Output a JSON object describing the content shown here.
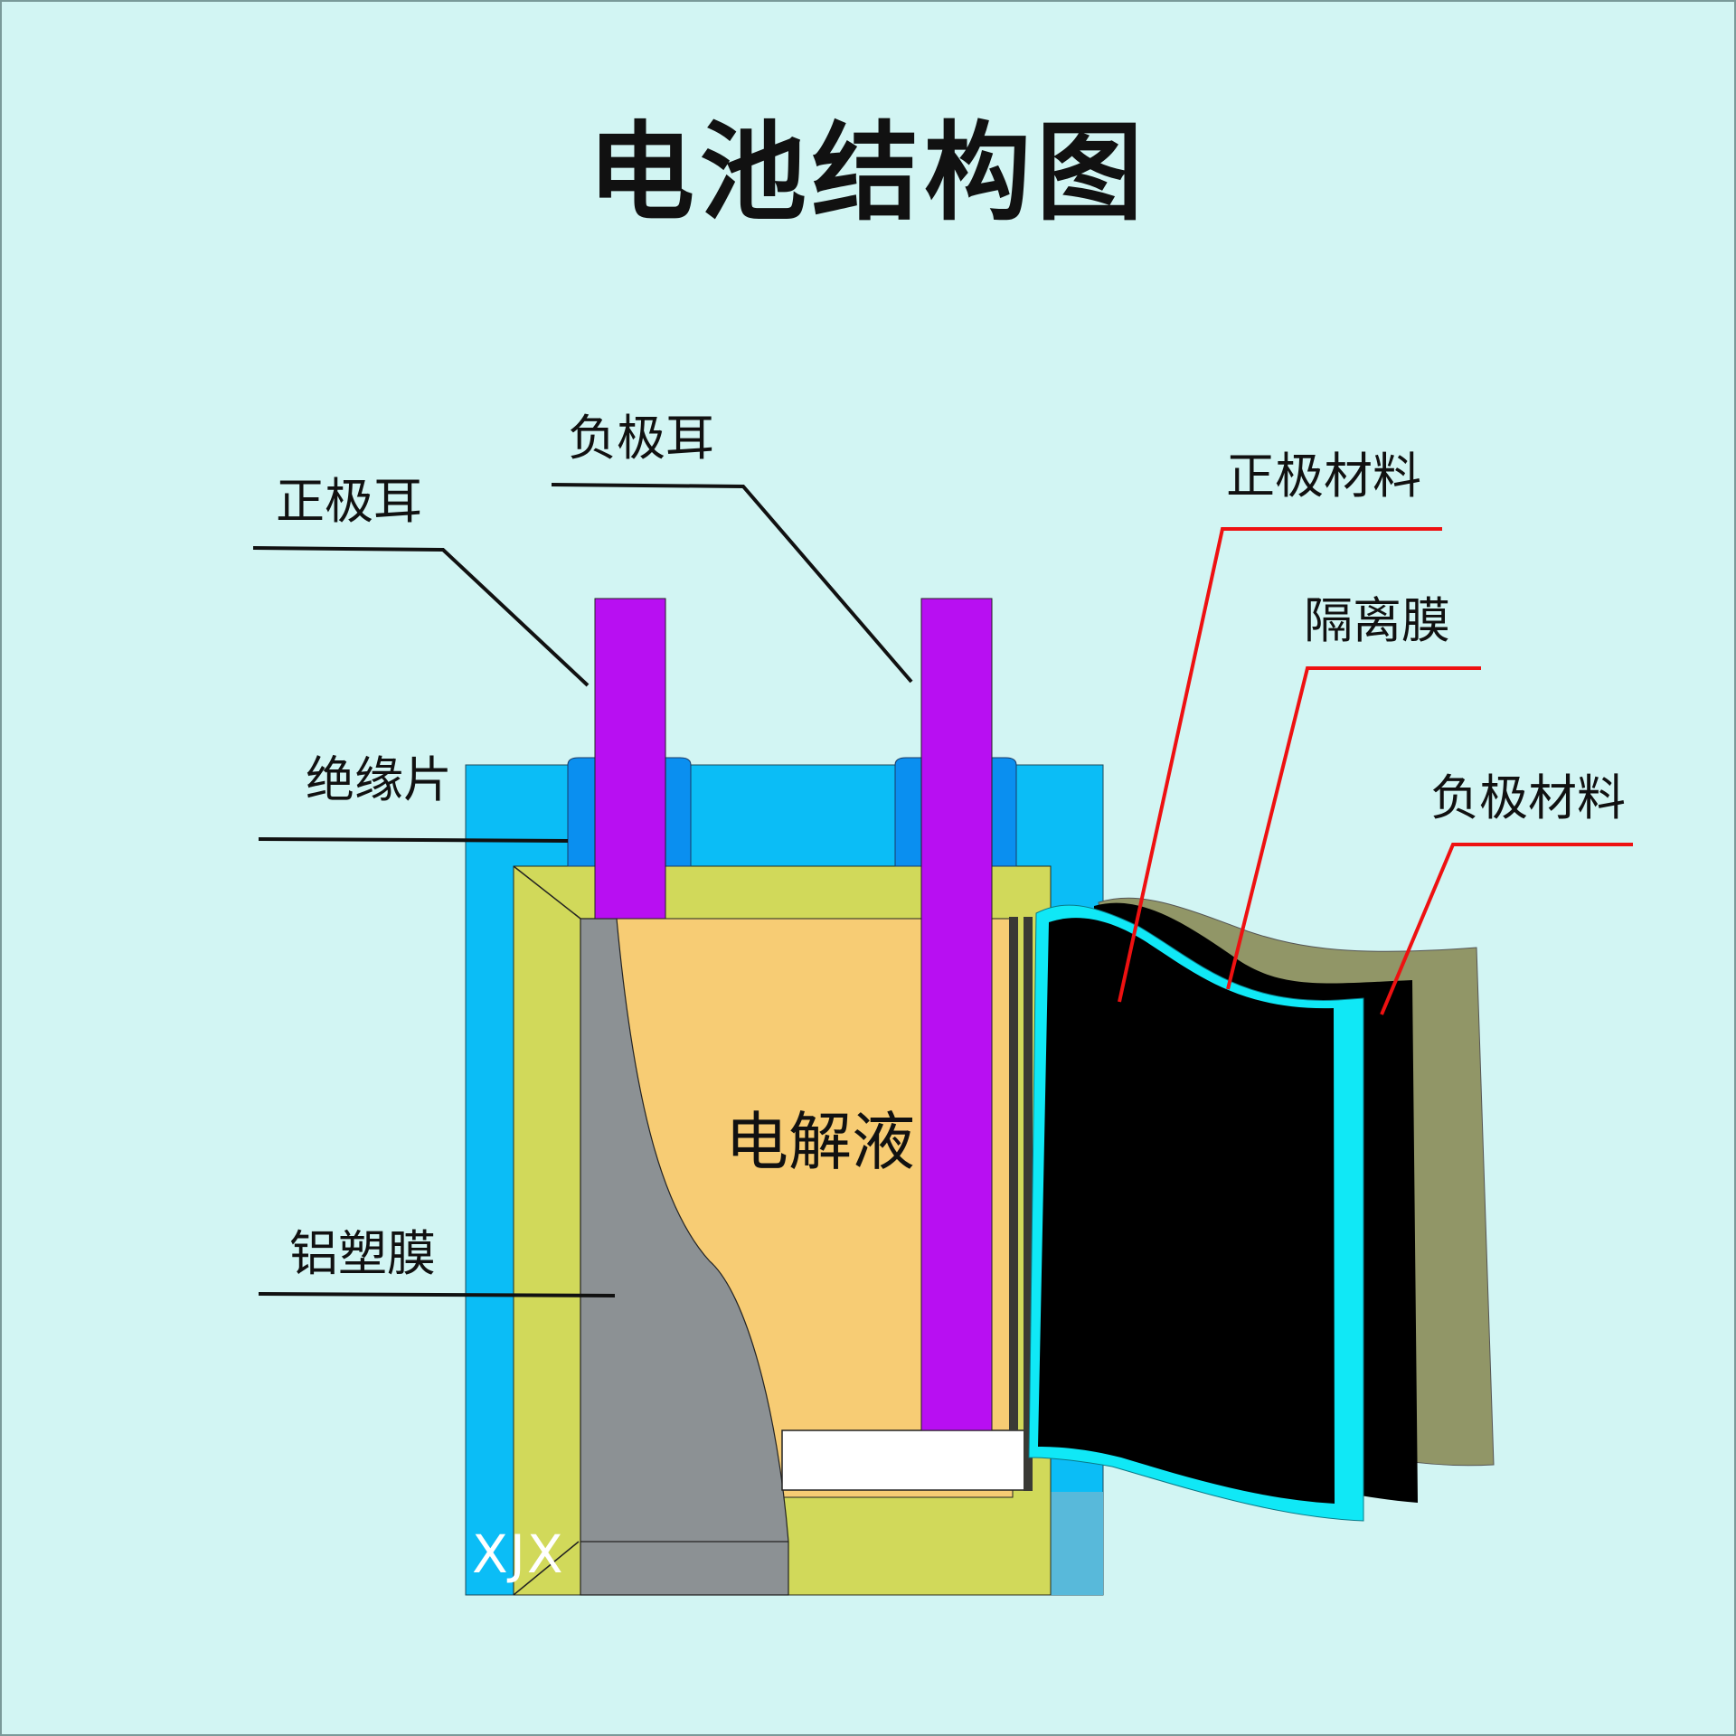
{
  "title": "电池结构图",
  "labels": {
    "positive_tab": "正极耳",
    "negative_tab": "负极耳",
    "insulation_sheet": "绝缘片",
    "aluminum_plastic_film": "铝塑膜",
    "electrolyte": "电解液",
    "positive_material": "正极材料",
    "separator": "隔离膜",
    "negative_material": "负极材料"
  },
  "watermark": "XJX",
  "colors": {
    "background": "#d2f5f3",
    "outer_case": "#0bbdf6",
    "inner_shell": "#d1d95a",
    "foil": "#8c9194",
    "electrolyte": "#f7cc74",
    "tab": "#b80ff2",
    "insulator": "#0a8ff0",
    "positive_layer": "#000000",
    "separator": "#10e8f6",
    "negative_layer": "#919667",
    "leader_black": "#111111",
    "leader_red": "#ee1111"
  }
}
